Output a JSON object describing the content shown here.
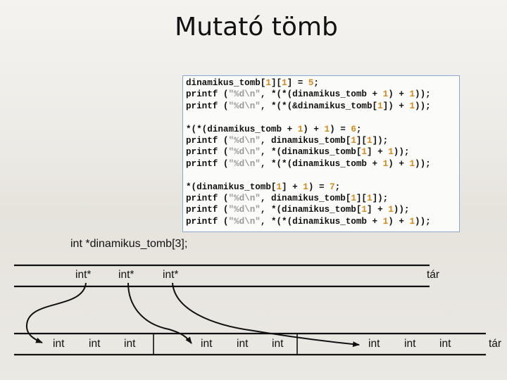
{
  "slide": {
    "title": "Mutató tömb",
    "code_lines": [
      [
        {
          "t": "dinamikus_tomb["
        },
        {
          "t": "1",
          "c": "num"
        },
        {
          "t": "]["
        },
        {
          "t": "1",
          "c": "num"
        },
        {
          "t": "] = "
        },
        {
          "t": "5",
          "c": "num"
        },
        {
          "t": ";"
        }
      ],
      [
        {
          "t": "printf ("
        },
        {
          "t": "\"%d\\n\"",
          "c": "str"
        },
        {
          "t": ", *(*(dinamikus_tomb + "
        },
        {
          "t": "1",
          "c": "num"
        },
        {
          "t": ") + "
        },
        {
          "t": "1",
          "c": "num"
        },
        {
          "t": "));"
        }
      ],
      [
        {
          "t": "printf ("
        },
        {
          "t": "\"%d\\n\"",
          "c": "str"
        },
        {
          "t": ", *(*(&dinamikus_tomb["
        },
        {
          "t": "1",
          "c": "num"
        },
        {
          "t": "]) + "
        },
        {
          "t": "1",
          "c": "num"
        },
        {
          "t": "));"
        }
      ],
      null,
      [
        {
          "t": "*(*(dinamikus_tomb + "
        },
        {
          "t": "1",
          "c": "num"
        },
        {
          "t": ") + "
        },
        {
          "t": "1",
          "c": "num"
        },
        {
          "t": ") = "
        },
        {
          "t": "6",
          "c": "num"
        },
        {
          "t": ";"
        }
      ],
      [
        {
          "t": "printf ("
        },
        {
          "t": "\"%d\\n\"",
          "c": "str"
        },
        {
          "t": ", dinamikus_tomb["
        },
        {
          "t": "1",
          "c": "num"
        },
        {
          "t": "]["
        },
        {
          "t": "1",
          "c": "num"
        },
        {
          "t": "]);"
        }
      ],
      [
        {
          "t": "printf ("
        },
        {
          "t": "\"%d\\n\"",
          "c": "str"
        },
        {
          "t": ", *(dinamikus_tomb["
        },
        {
          "t": "1",
          "c": "num"
        },
        {
          "t": "] + "
        },
        {
          "t": "1",
          "c": "num"
        },
        {
          "t": "));"
        }
      ],
      [
        {
          "t": "printf ("
        },
        {
          "t": "\"%d\\n\"",
          "c": "str"
        },
        {
          "t": ", *(*(dinamikus_tomb + "
        },
        {
          "t": "1",
          "c": "num"
        },
        {
          "t": ") + "
        },
        {
          "t": "1",
          "c": "num"
        },
        {
          "t": "));"
        }
      ],
      null,
      [
        {
          "t": "*(dinamikus_tomb["
        },
        {
          "t": "1",
          "c": "num"
        },
        {
          "t": "] + "
        },
        {
          "t": "1",
          "c": "num"
        },
        {
          "t": ") = "
        },
        {
          "t": "7",
          "c": "num"
        },
        {
          "t": ";"
        }
      ],
      [
        {
          "t": "printf ("
        },
        {
          "t": "\"%d\\n\"",
          "c": "str"
        },
        {
          "t": ", dinamikus_tomb["
        },
        {
          "t": "1",
          "c": "num"
        },
        {
          "t": "]["
        },
        {
          "t": "1",
          "c": "num"
        },
        {
          "t": "]);"
        }
      ],
      [
        {
          "t": "printf ("
        },
        {
          "t": "\"%d\\n\"",
          "c": "str"
        },
        {
          "t": ", *(dinamikus_tomb["
        },
        {
          "t": "1",
          "c": "num"
        },
        {
          "t": "] + "
        },
        {
          "t": "1",
          "c": "num"
        },
        {
          "t": "));"
        }
      ],
      [
        {
          "t": "printf ("
        },
        {
          "t": "\"%d\\n\"",
          "c": "str"
        },
        {
          "t": ", *(*(dinamikus_tomb + "
        },
        {
          "t": "1",
          "c": "num"
        },
        {
          "t": ") + "
        },
        {
          "t": "1",
          "c": "num"
        },
        {
          "t": "));"
        }
      ]
    ],
    "declaration": "int *dinamikus_tomb[3];",
    "pointer_row": {
      "cells": [
        "int*",
        "int*",
        "int*"
      ],
      "memory_label": "tár"
    },
    "int_row": {
      "cells": [
        "int",
        "int",
        "int",
        "int",
        "int",
        "int",
        "int",
        "int",
        "int"
      ],
      "memory_label": "tár"
    },
    "colors": {
      "number": "#d48a1a",
      "string": "#9a9a9a",
      "box_border": "#8aa6c8"
    }
  }
}
